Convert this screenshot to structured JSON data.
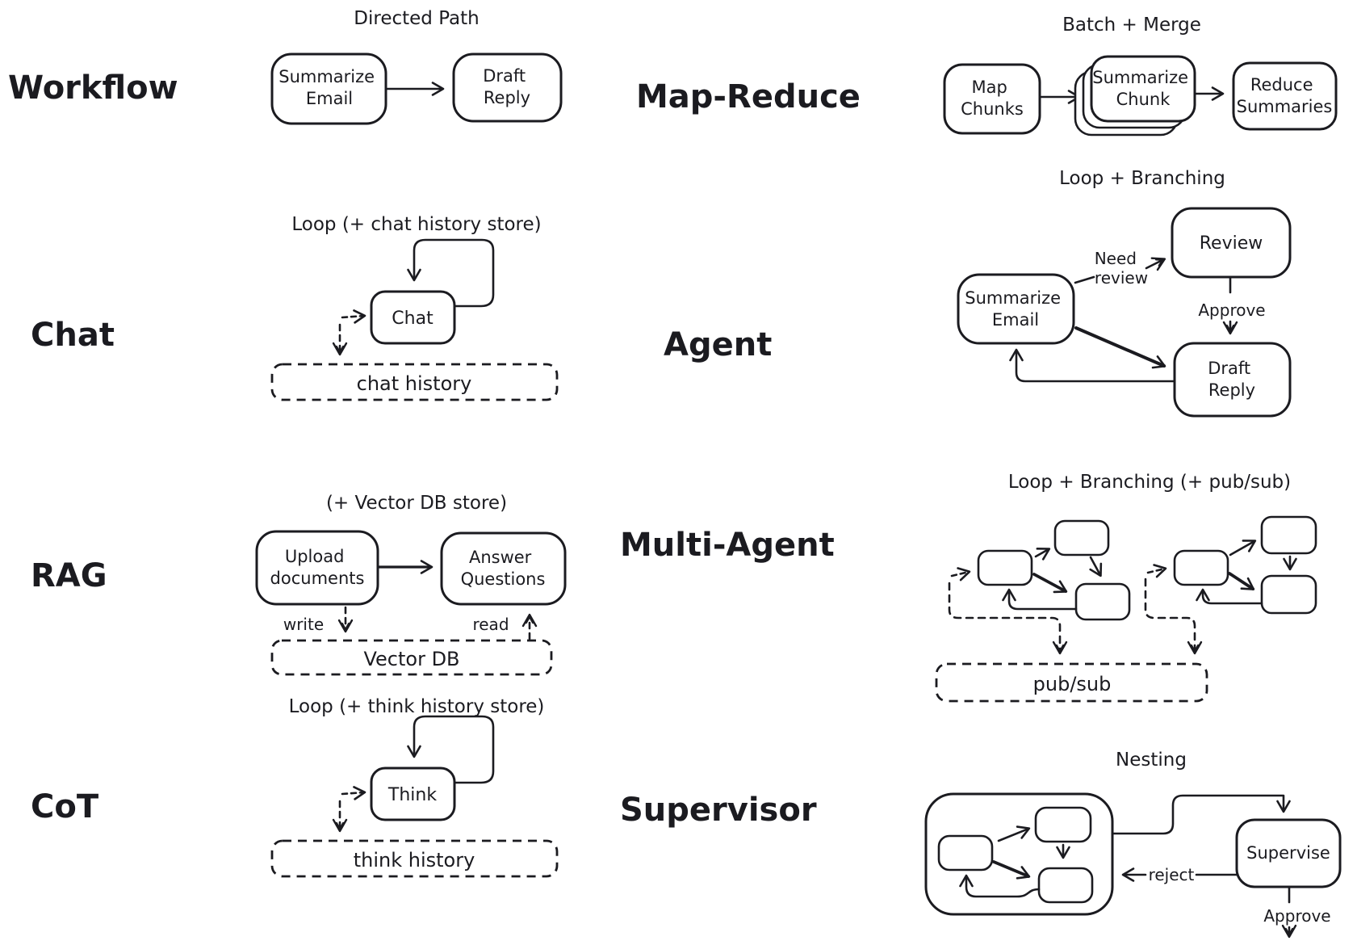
{
  "colors": {
    "ink": "#1b1b20",
    "background": "#ffffff"
  },
  "sections": {
    "workflow": {
      "label": "Workflow",
      "caption": "Directed Path",
      "nodes": {
        "summarize_email": [
          "Summarize",
          "Email"
        ],
        "draft_reply": [
          "Draft",
          "Reply"
        ]
      }
    },
    "map_reduce": {
      "label": "Map-Reduce",
      "caption": "Batch + Merge",
      "nodes": {
        "map_chunks": [
          "Map",
          "Chunks"
        ],
        "summarize_chunk": [
          "Summarize",
          "Chunk"
        ],
        "reduce_summaries": [
          "Reduce",
          "Summaries"
        ]
      }
    },
    "chat": {
      "label": "Chat",
      "caption": "Loop (+ chat history store)",
      "node": "Chat",
      "store": "chat history"
    },
    "agent": {
      "label": "Agent",
      "caption": "Loop + Branching",
      "nodes": {
        "summarize_email": [
          "Summarize",
          "Email"
        ],
        "review": "Review",
        "draft_reply": [
          "Draft",
          "Reply"
        ]
      },
      "edges": {
        "need_review": [
          "Need",
          "review"
        ],
        "approve": "Approve"
      }
    },
    "rag": {
      "label": "RAG",
      "caption": "(+ Vector DB store)",
      "nodes": {
        "upload_documents": [
          "Upload",
          "documents"
        ],
        "answer_questions": [
          "Answer",
          "Questions"
        ]
      },
      "edges": {
        "write": "write",
        "read": "read"
      },
      "store": "Vector DB"
    },
    "multi_agent": {
      "label": "Multi-Agent",
      "caption": "Loop + Branching (+ pub/sub)",
      "store": "pub/sub"
    },
    "cot": {
      "label": "CoT",
      "caption": "Loop (+ think history store)",
      "node": "Think",
      "store": "think history"
    },
    "supervisor": {
      "label": "Supervisor",
      "caption": "Nesting",
      "node": "Supervise",
      "edges": {
        "reject": "reject",
        "approve": "Approve"
      }
    }
  }
}
